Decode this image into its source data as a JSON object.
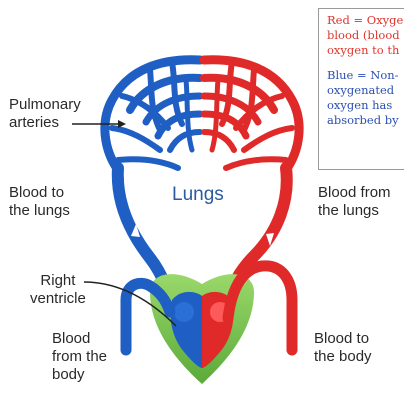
{
  "labels": {
    "pulmonary_arteries": "Pulmonary\narteries",
    "blood_to_lungs": "Blood to\nthe lungs",
    "lungs": "Lungs",
    "blood_from_lungs": "Blood from\nthe lungs",
    "right_ventricle": "Right\nventricle",
    "blood_from_body": "Blood\nfrom the\nbody",
    "blood_to_body": "Blood to\nthe body"
  },
  "legend": {
    "red_text": "Red = Oxyge\nblood (blood\noxygen to th",
    "blue_text": "Blue = Non-\noxygenated\noxygen has\nabsorbed by"
  },
  "colors": {
    "oxygenated": "#e02a2a",
    "deoxygenated": "#1f5fc4",
    "heart": "#7ccb4f",
    "legend_red": "#e0342c",
    "legend_blue": "#2c4fb0"
  }
}
